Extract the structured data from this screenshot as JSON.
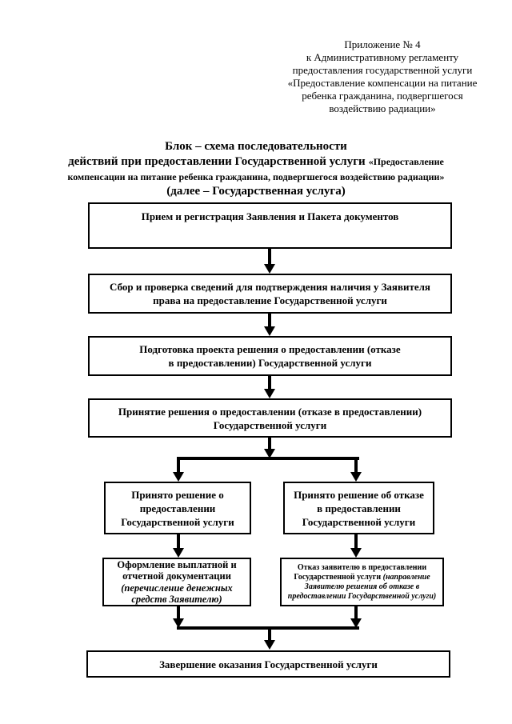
{
  "page": {
    "paper_color": "#ffffff",
    "ink_color": "#000000"
  },
  "header": {
    "lines": [
      "Приложение № 4",
      "к Административному регламенту",
      "предоставления государственной услуги",
      "«Предоставление компенсации на питание",
      "ребенка гражданина, подвергшегося",
      "воздействию радиации»"
    ]
  },
  "title": {
    "line1": "Блок – схема последовательности",
    "line2_big": "действий при предоставлении Государственной услуги",
    "line2_small": "«Предоставление",
    "line3_small": "компенсации на питание ребенка гражданина, подвергшегося воздействию радиации»",
    "line4": "(далее – Государственная услуга)"
  },
  "flow": {
    "step1": "Прием и регистрация Заявления и Пакета документов",
    "step2": "Сбор и проверка сведений для подтверждения наличия у Заявителя права на предоставление Государственной услуги",
    "step3": "Подготовка проекта решения о предоставлении (отказе в предоставлении) Государственной услуги",
    "step4": "Принятие решения о предоставлении (отказе в предоставлении) Государственной услуги",
    "decision_left": {
      "lines": [
        "Принято решение о",
        "предоставлении",
        "Государственной услуги"
      ]
    },
    "decision_right": {
      "lines": [
        "Принято решение об отказе",
        "в предоставлении",
        "Государственной услуги"
      ]
    },
    "action_left": {
      "main": "Оформление выплатной и отчетной документации",
      "note": "(перечисление денежных средств Заявителю)"
    },
    "action_right": {
      "main": "Отказ заявителю в предоставлении Государственной услуги",
      "note": "(направление Заявителю решения об отказе в предоставлении Государственной услуги)"
    },
    "final": "Завершение оказания Государственной услуги"
  }
}
